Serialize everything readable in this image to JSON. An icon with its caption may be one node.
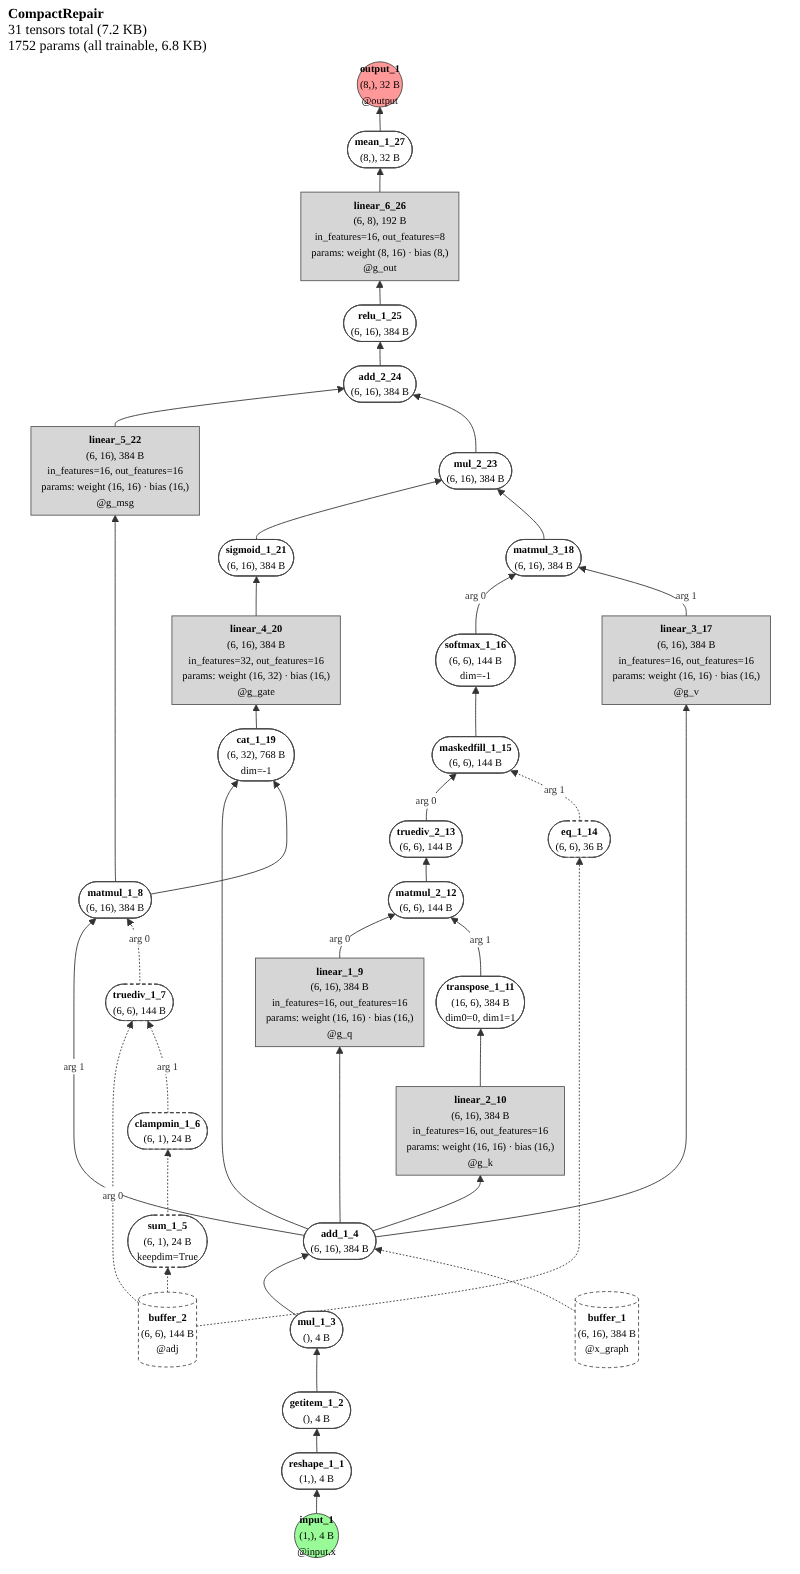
{
  "diagram": {
    "title": "CompactRepair",
    "labels": [
      "31 tensors total (7.2 KB)",
      "1752 params (all trainable, 6.8 KB)"
    ],
    "nodes": [
      {
        "text": [
          "output_1",
          "(8,), 32 B",
          "@output"
        ]
      },
      {
        "text": [
          "mean_1_27",
          "(8,), 32 B"
        ]
      },
      {
        "text": [
          "linear_6_26",
          "(6, 8), 192 B",
          "in_features=16, out_features=8",
          "params: weight (8, 16) · bias (8,)",
          "@g_out"
        ]
      },
      {
        "text": [
          "relu_1_25",
          "(6, 16), 384 B"
        ]
      },
      {
        "text": [
          "add_2_24",
          "(6, 16), 384 B"
        ]
      },
      {
        "text": [
          "linear_5_22",
          "(6, 16), 384 B",
          "in_features=16, out_features=16",
          "params: weight (16, 16) · bias (16,)",
          "@g_msg"
        ]
      },
      {
        "text": [
          "mul_2_23",
          "(6, 16), 384 B"
        ]
      },
      {
        "text": [
          "sigmoid_1_21",
          "(6, 16), 384 B"
        ]
      },
      {
        "text": [
          "matmul_3_18",
          "(6, 16), 384 B"
        ]
      },
      {
        "text": [
          "linear_4_20",
          "(6, 16), 384 B",
          "in_features=32, out_features=16",
          "params: weight (16, 32) · bias (16,)",
          "@g_gate"
        ]
      },
      {
        "text": [
          "softmax_1_16",
          "(6, 6), 144 B",
          "dim=-1"
        ]
      },
      {
        "text": [
          "cat_1_19",
          "(6, 32), 768 B",
          "dim=-1"
        ]
      },
      {
        "text": [
          "maskedfill_1_15",
          "(6, 6), 144 B"
        ]
      },
      {
        "text": [
          "matmul_1_8",
          "(6, 16), 384 B"
        ]
      },
      {
        "text": [
          "truediv_2_13",
          "(6, 6), 144 B"
        ]
      },
      {
        "text": [
          "matmul_2_12",
          "(6, 6), 144 B"
        ]
      },
      {
        "text": [
          "truediv_1_7",
          "(6, 6), 144 B"
        ]
      },
      {
        "text": [
          "transpose_1_11",
          "(16, 6), 384 B",
          "dim0=0, dim1=1"
        ]
      },
      {
        "text": [
          "clampmin_1_6",
          "(6, 1), 24 B"
        ]
      },
      {
        "text": [
          "linear_1_9",
          "(6, 16), 384 B",
          "in_features=16, out_features=16",
          "params: weight (16, 16) · bias (16,)",
          "@g_q"
        ]
      },
      {
        "text": [
          "linear_2_10",
          "(6, 16), 384 B",
          "in_features=16, out_features=16",
          "params: weight (16, 16) · bias (16,)",
          "@g_k"
        ]
      },
      {
        "text": [
          "linear_3_17",
          "(6, 16), 384 B",
          "in_features=16, out_features=16",
          "params: weight (16, 16) · bias (16,)",
          "@g_v"
        ]
      },
      {
        "text": [
          "sum_1_5",
          "(6, 1), 24 B",
          "keepdim=True"
        ]
      },
      {
        "text": [
          "eq_1_14",
          "(6, 6), 36 B"
        ]
      },
      {
        "text": [
          "add_1_4",
          "(6, 16), 384 B"
        ]
      },
      {
        "text": [
          "buffer_2",
          "(6, 6), 144 B",
          "@adj"
        ]
      },
      {
        "text": [
          "buffer_1",
          "(6, 16), 384 B",
          "@x_graph"
        ]
      },
      {
        "text": [
          "mul_1_3",
          "(), 4 B"
        ]
      },
      {
        "text": [
          "getitem_1_2",
          "(), 4 B"
        ]
      },
      {
        "text": [
          "reshape_1_1",
          "(1,), 4 B"
        ]
      },
      {
        "text": [
          "input_1",
          "(1,), 4 B",
          "@input.x"
        ]
      }
    ],
    "edges": [
      {
        "from": 30,
        "to": 29,
        "arrow": "to"
      },
      {
        "from": 29,
        "to": 28,
        "arrow": "to"
      },
      {
        "from": 28,
        "to": 27,
        "arrow": "to"
      },
      {
        "from": 27,
        "to": 24,
        "arrow": "to"
      },
      {
        "from": 26,
        "to": 24,
        "arrow": "to",
        "style": "dashed"
      },
      {
        "from": 24,
        "to": 19,
        "arrow": "to"
      },
      {
        "from": 24,
        "to": 20,
        "arrow": "to"
      },
      {
        "from": 24,
        "to": 21,
        "arrow": "to"
      },
      {
        "from": 24,
        "to": 13,
        "arrow": "to",
        "label": "arg 1"
      },
      {
        "from": 24,
        "to": 11,
        "arrow": "to"
      },
      {
        "from": 25,
        "to": 22,
        "arrow": "to",
        "style": "dashed"
      },
      {
        "from": 25,
        "to": 16,
        "arrow": "to",
        "style": "dashed",
        "label": "arg 0"
      },
      {
        "from": 25,
        "to": 23,
        "arrow": "to",
        "style": "dashed"
      },
      {
        "from": 22,
        "to": 18,
        "arrow": "to",
        "style": "dashed"
      },
      {
        "from": 18,
        "to": 16,
        "arrow": "to",
        "style": "dashed",
        "label": "arg 1"
      },
      {
        "from": 16,
        "to": 13,
        "arrow": "to",
        "style": "dashed",
        "label": "arg 0"
      },
      {
        "from": 20,
        "to": 17,
        "arrow": "to"
      },
      {
        "from": 19,
        "to": 15,
        "arrow": "to",
        "label": "arg 0"
      },
      {
        "from": 17,
        "to": 15,
        "arrow": "to",
        "label": "arg 1"
      },
      {
        "from": 15,
        "to": 14,
        "arrow": "to"
      },
      {
        "from": 14,
        "to": 12,
        "arrow": "to",
        "label": "arg 0"
      },
      {
        "from": 23,
        "to": 12,
        "arrow": "to",
        "style": "dashed",
        "label": "arg 1"
      },
      {
        "from": 12,
        "to": 10,
        "arrow": "to"
      },
      {
        "from": 10,
        "to": 8,
        "arrow": "to",
        "label": "arg 0"
      },
      {
        "from": 21,
        "to": 8,
        "arrow": "to",
        "label": "arg 1"
      },
      {
        "from": 13,
        "to": 11,
        "arrow": "to"
      },
      {
        "from": 13,
        "to": 5,
        "arrow": "to"
      },
      {
        "from": 11,
        "to": 9,
        "arrow": "to"
      },
      {
        "from": 9,
        "to": 7,
        "arrow": "to"
      },
      {
        "from": 7,
        "to": 6,
        "arrow": "to"
      },
      {
        "from": 8,
        "to": 6,
        "arrow": "to"
      },
      {
        "from": 5,
        "to": 4,
        "arrow": "to"
      },
      {
        "from": 6,
        "to": 4,
        "arrow": "to"
      },
      {
        "from": 4,
        "to": 3,
        "arrow": "to"
      },
      {
        "from": 3,
        "to": 2,
        "arrow": "to"
      },
      {
        "from": 2,
        "to": 1,
        "arrow": "to"
      },
      {
        "from": 1,
        "to": 0,
        "arrow": "to"
      }
    ]
  }
}
